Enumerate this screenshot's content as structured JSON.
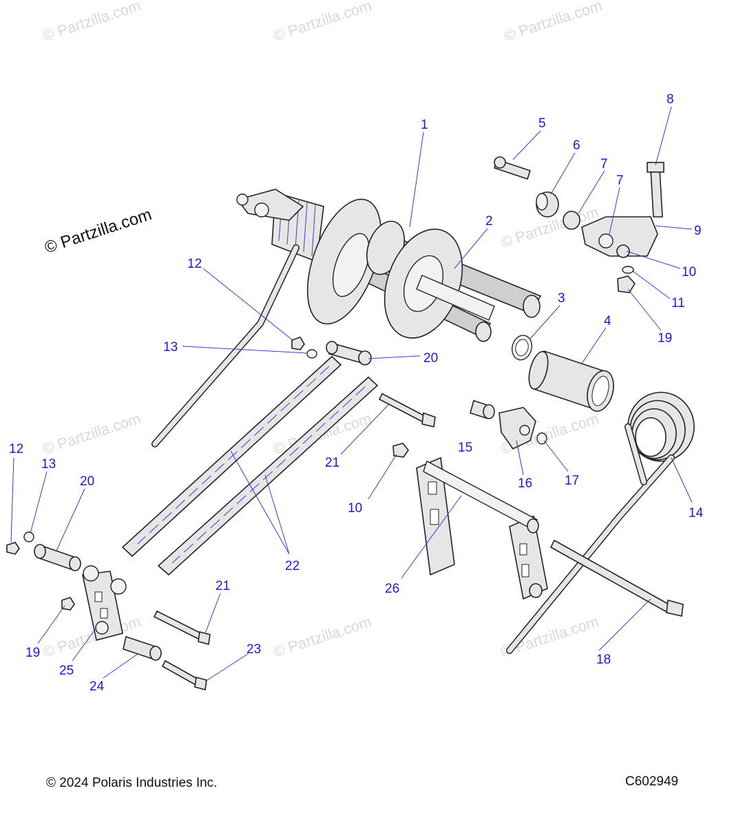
{
  "watermark": "© Partzilla.com",
  "logo_text": "© Partzilla.com",
  "footer": {
    "copyright": "© 2024 Polaris Industries Inc.",
    "diagram_code": "C602949"
  },
  "callouts": [
    "1",
    "2",
    "3",
    "4",
    "5",
    "6",
    "7",
    "7",
    "8",
    "9",
    "10",
    "11",
    "19",
    "12",
    "13",
    "20",
    "21",
    "15",
    "16",
    "17",
    "10",
    "22",
    "14",
    "12",
    "13",
    "20",
    "26",
    "21",
    "19",
    "25",
    "24",
    "23",
    "18"
  ]
}
